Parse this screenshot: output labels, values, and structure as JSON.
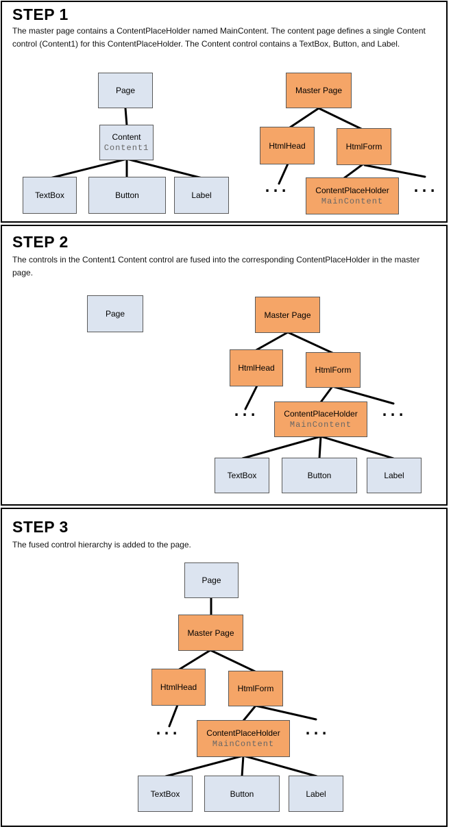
{
  "colors": {
    "content_control_fill": "#dce4f0",
    "master_control_fill": "#f5a567",
    "node_border": "#595959",
    "sublabel_color": "#666666",
    "connector": "#000000",
    "panel_border": "#000000"
  },
  "ellipsis": "...",
  "panels": [
    {
      "title": "STEP 1",
      "description": "The master page contains a ContentPlaceHolder named MainContent. The content page defines a single Content control (Content1) for this ContentPlaceHolder. The Content control contains a TextBox, Button, and Label.",
      "nodes": {
        "page": {
          "label": "Page"
        },
        "content": {
          "label": "Content",
          "sublabel": "Content1"
        },
        "textbox": {
          "label": "TextBox"
        },
        "button": {
          "label": "Button"
        },
        "label": {
          "label": "Label"
        },
        "master_page": {
          "label": "Master Page"
        },
        "html_head": {
          "label": "HtmlHead"
        },
        "html_form": {
          "label": "HtmlForm"
        },
        "content_place_holder": {
          "label": "ContentPlaceHolder",
          "sublabel": "MainContent"
        }
      }
    },
    {
      "title": "STEP 2",
      "description": "The controls in the Content1 Content control are fused into the corresponding ContentPlaceHolder in the master page.",
      "nodes": {
        "page": {
          "label": "Page"
        },
        "master_page": {
          "label": "Master Page"
        },
        "html_head": {
          "label": "HtmlHead"
        },
        "html_form": {
          "label": "HtmlForm"
        },
        "content_place_holder": {
          "label": "ContentPlaceHolder",
          "sublabel": "MainContent"
        },
        "textbox": {
          "label": "TextBox"
        },
        "button": {
          "label": "Button"
        },
        "label": {
          "label": "Label"
        }
      }
    },
    {
      "title": "STEP 3",
      "description": "The fused control hierarchy is added to the page.",
      "nodes": {
        "page": {
          "label": "Page"
        },
        "master_page": {
          "label": "Master Page"
        },
        "html_head": {
          "label": "HtmlHead"
        },
        "html_form": {
          "label": "HtmlForm"
        },
        "content_place_holder": {
          "label": "ContentPlaceHolder",
          "sublabel": "MainContent"
        },
        "textbox": {
          "label": "TextBox"
        },
        "button": {
          "label": "Button"
        },
        "label": {
          "label": "Label"
        }
      }
    }
  ]
}
